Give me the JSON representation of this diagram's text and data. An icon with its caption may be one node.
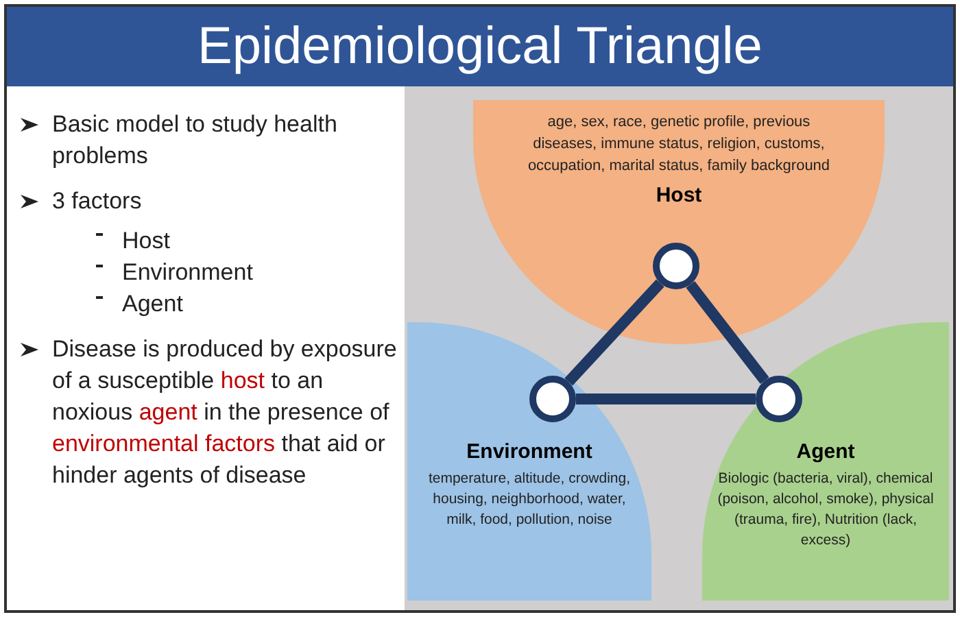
{
  "diagram": {
    "title": "Epidemiological Triangle",
    "nodes": [
      {
        "text": [
          "age, sex, race, genetic profile, previous diseases, immune status, religion, customs, occupation, marital status, family background",
          "Host"
        ]
      },
      {
        "text": [
          "Environment",
          "temperature, altitude, crowding, housing, neighborhood, water, milk, food, pollution, noise"
        ]
      },
      {
        "text": [
          "Agent",
          "Biologic (bacteria, viral), chemical (poison, alcohol, smoke), physical (trauma, fire), Nutrition (lack, excess)"
        ]
      },
      {
        "text": [],
        "shape": "circle",
        "in": 0
      },
      {
        "text": [],
        "shape": "circle",
        "in": 1
      },
      {
        "text": [],
        "shape": "circle",
        "in": 2
      }
    ],
    "edges": [
      {
        "from": 3,
        "to": 4,
        "arrow": "none"
      },
      {
        "from": 4,
        "to": 5,
        "arrow": "none"
      },
      {
        "from": 5,
        "to": 3,
        "arrow": "none"
      }
    ],
    "labels": [
      "Basic model to study health problems",
      "3 factors",
      "Host",
      "Environment",
      "Agent",
      "Disease is produced by exposure of a susceptible **host** to an noxious **agent** in the presence of **environmental factors** that aid or hinder agents of disease"
    ]
  }
}
